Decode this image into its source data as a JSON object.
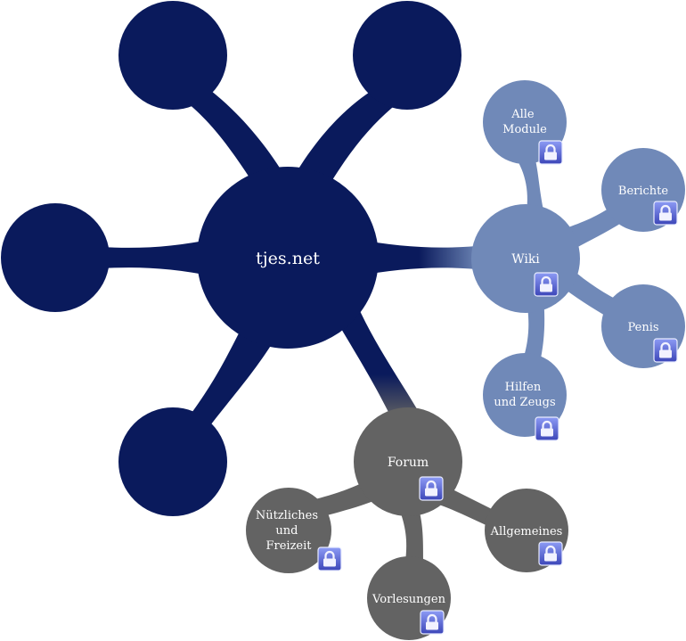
{
  "colors": {
    "center": "#0a1a5c",
    "wiki": "#7089b8",
    "forum": "#636363",
    "lock_top": "#8d9bf5",
    "lock_bottom": "#3c46b8"
  },
  "center": {
    "label": "tjes.net"
  },
  "wiki": {
    "label": "Wiki",
    "icon": "lock-icon",
    "children": [
      {
        "lines": [
          "Alle",
          "Module"
        ],
        "icon": "lock-icon"
      },
      {
        "lines": [
          "Berichte"
        ],
        "icon": "lock-icon"
      },
      {
        "lines": [
          "Penis"
        ],
        "icon": "lock-icon"
      },
      {
        "lines": [
          "Hilfen",
          "und Zeugs"
        ],
        "icon": "lock-icon"
      }
    ]
  },
  "forum": {
    "label": "Forum",
    "icon": "lock-icon",
    "children": [
      {
        "lines": [
          "Nützliches",
          "und",
          "Freizeit"
        ],
        "icon": "lock-icon"
      },
      {
        "lines": [
          "Vorlesungen"
        ],
        "icon": "lock-icon"
      },
      {
        "lines": [
          "Allgemeines"
        ],
        "icon": "lock-icon"
      }
    ]
  }
}
